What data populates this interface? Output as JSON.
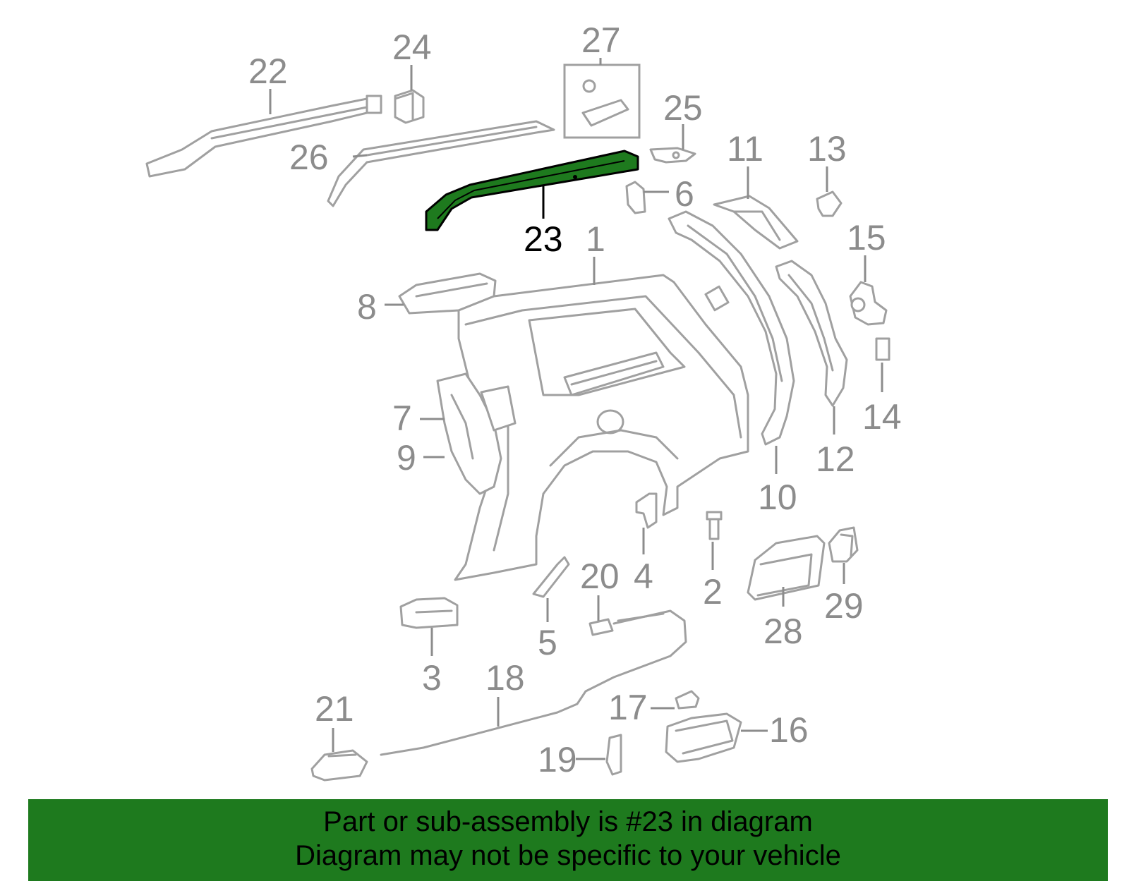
{
  "diagram": {
    "highlight_color": "#1e7a1e",
    "highlighted_part": "23",
    "callouts": [
      {
        "id": "c1",
        "label": "1"
      },
      {
        "id": "c2",
        "label": "2"
      },
      {
        "id": "c3",
        "label": "3"
      },
      {
        "id": "c4",
        "label": "4"
      },
      {
        "id": "c5",
        "label": "5"
      },
      {
        "id": "c6",
        "label": "6"
      },
      {
        "id": "c7",
        "label": "7"
      },
      {
        "id": "c8",
        "label": "8"
      },
      {
        "id": "c9",
        "label": "9"
      },
      {
        "id": "c10",
        "label": "10"
      },
      {
        "id": "c11",
        "label": "11"
      },
      {
        "id": "c12",
        "label": "12"
      },
      {
        "id": "c13",
        "label": "13"
      },
      {
        "id": "c14",
        "label": "14"
      },
      {
        "id": "c15",
        "label": "15"
      },
      {
        "id": "c16",
        "label": "16"
      },
      {
        "id": "c17",
        "label": "17"
      },
      {
        "id": "c18",
        "label": "18"
      },
      {
        "id": "c19",
        "label": "19"
      },
      {
        "id": "c20",
        "label": "20"
      },
      {
        "id": "c21",
        "label": "21"
      },
      {
        "id": "c22",
        "label": "22"
      },
      {
        "id": "c23",
        "label": "23"
      },
      {
        "id": "c24",
        "label": "24"
      },
      {
        "id": "c25",
        "label": "25"
      },
      {
        "id": "c26",
        "label": "26"
      },
      {
        "id": "c27",
        "label": "27"
      },
      {
        "id": "c28",
        "label": "28"
      },
      {
        "id": "c29",
        "label": "29"
      }
    ]
  },
  "banner": {
    "line1": "Part or sub-assembly is #23 in diagram",
    "line2": "Diagram may not be specific to your vehicle",
    "background": "#1e7a1e"
  }
}
